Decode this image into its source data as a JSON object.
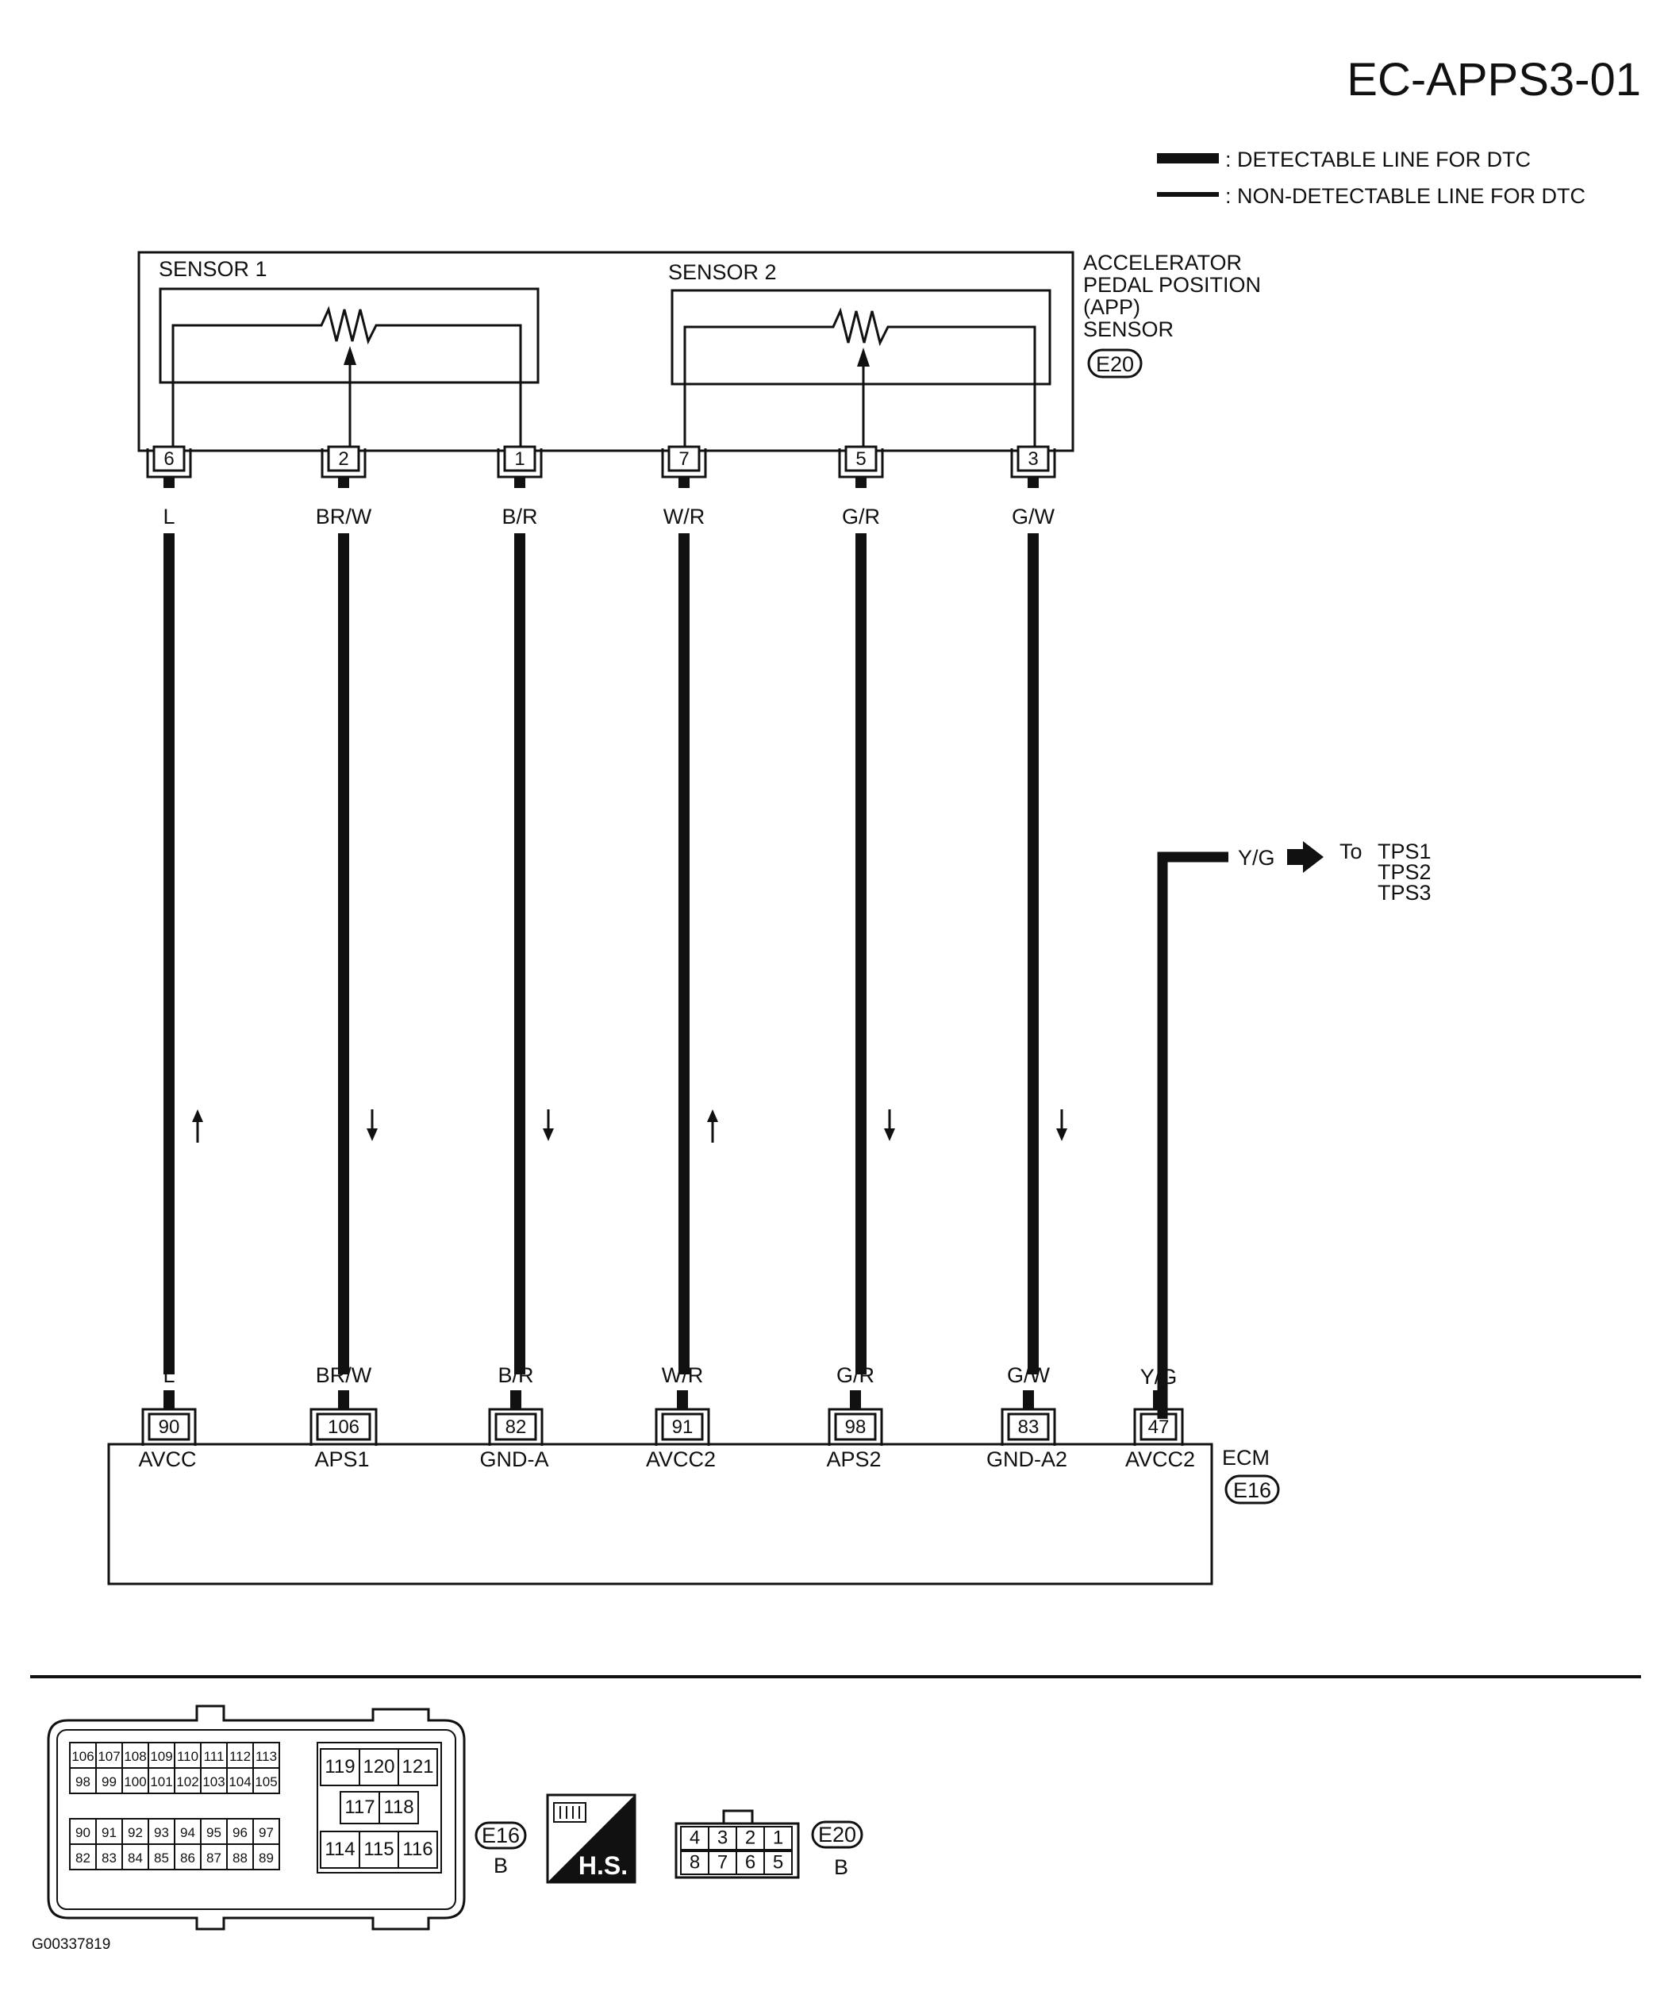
{
  "diagram_id": "EC-APPS3-01",
  "legend": {
    "detectable": ": DETECTABLE LINE FOR DTC",
    "non_detectable": ": NON-DETECTABLE LINE FOR DTC"
  },
  "sensor": {
    "name_lines": [
      "ACCELERATOR",
      "PEDAL POSITION",
      "(APP)",
      "SENSOR"
    ],
    "connector": "E20",
    "sensor1_label": "SENSOR 1",
    "sensor2_label": "SENSOR 2"
  },
  "ecm": {
    "name": "ECM",
    "connector": "E16"
  },
  "wires": [
    {
      "sensor_pin": "6",
      "color": "L",
      "ecm_pin": "90",
      "signal": "AVCC",
      "direction": "up"
    },
    {
      "sensor_pin": "2",
      "color": "BR/W",
      "ecm_pin": "106",
      "signal": "APS1",
      "direction": "down"
    },
    {
      "sensor_pin": "1",
      "color": "B/R",
      "ecm_pin": "82",
      "signal": "GND-A",
      "direction": "down"
    },
    {
      "sensor_pin": "7",
      "color": "W/R",
      "ecm_pin": "91",
      "signal": "AVCC2",
      "direction": "up"
    },
    {
      "sensor_pin": "5",
      "color": "G/R",
      "ecm_pin": "98",
      "signal": "APS2",
      "direction": "down"
    },
    {
      "sensor_pin": "3",
      "color": "G/W",
      "ecm_pin": "83",
      "signal": "GND-A2",
      "direction": "down"
    }
  ],
  "branch": {
    "color": "Y/G",
    "ecm_pin": "47",
    "signal": "AVCC2",
    "to_prefix": "To",
    "targets": [
      "TPS1",
      "TPS2",
      "TPS3"
    ]
  },
  "connector_views": {
    "e16": {
      "label": "E16",
      "color_code": "B",
      "left_top_rows": [
        [
          "106",
          "107",
          "108",
          "109",
          "110",
          "111",
          "112",
          "113"
        ],
        [
          "98",
          "99",
          "100",
          "101",
          "102",
          "103",
          "104",
          "105"
        ]
      ],
      "left_bottom_rows": [
        [
          "90",
          "91",
          "92",
          "93",
          "94",
          "95",
          "96",
          "97"
        ],
        [
          "82",
          "83",
          "84",
          "85",
          "86",
          "87",
          "88",
          "89"
        ]
      ],
      "right_top": [
        "119",
        "120",
        "121"
      ],
      "right_mid": [
        "117",
        "118"
      ],
      "right_bottom": [
        "114",
        "115",
        "116"
      ]
    },
    "hs_badge": "H.S.",
    "e20": {
      "label": "E20",
      "color_code": "B",
      "top_row": [
        "4",
        "3",
        "2",
        "1"
      ],
      "bottom_row": [
        "8",
        "7",
        "6",
        "5"
      ]
    }
  },
  "figure_code": "G00337819"
}
